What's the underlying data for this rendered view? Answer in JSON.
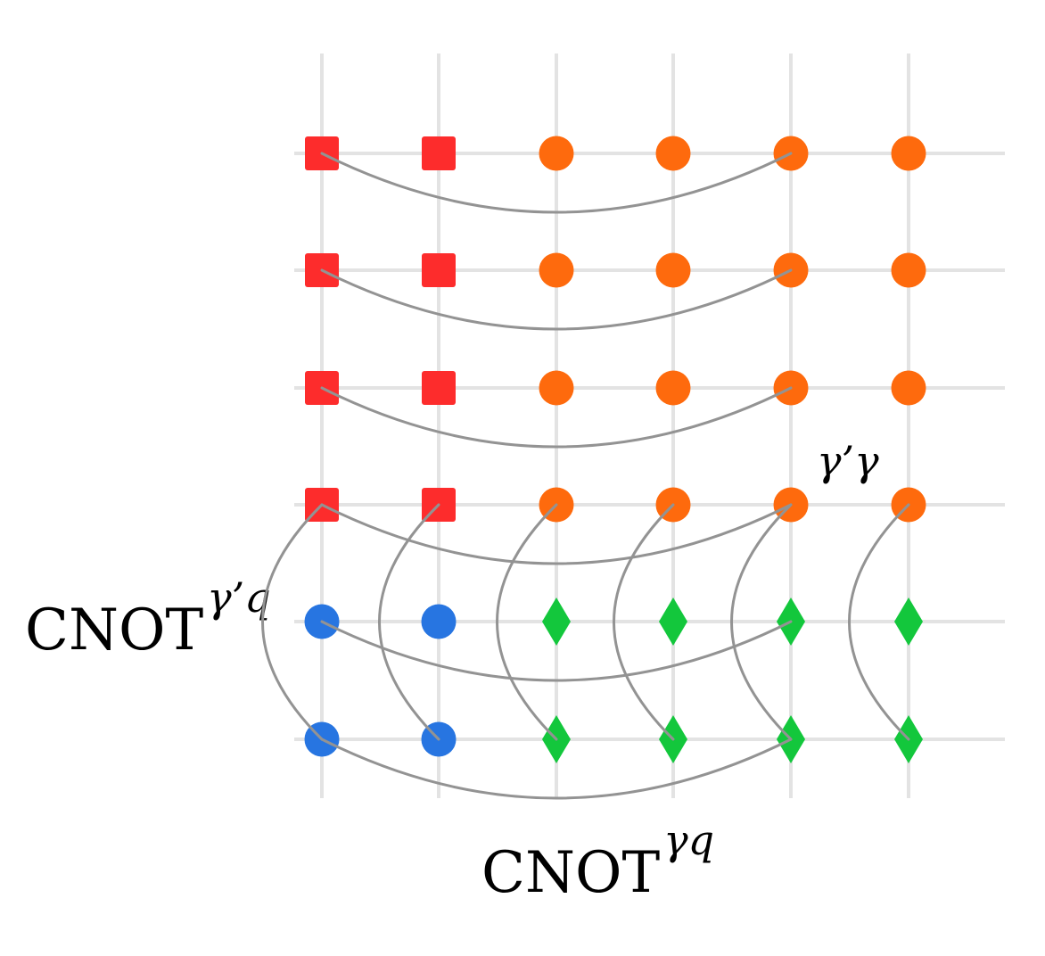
{
  "diagram": {
    "columns": 6,
    "rows": 6,
    "grid_color": "#e3e3e3",
    "edge_color": "#939393",
    "colors": {
      "red_square": "#fd2c2c",
      "orange_circle": "#fe6a0d",
      "blue_circle": "#2775e1",
      "green_diamond": "#13c73c"
    },
    "node_rows": [
      [
        "red_square",
        "red_square",
        "orange_circle",
        "orange_circle",
        "orange_circle",
        "orange_circle"
      ],
      [
        "red_square",
        "red_square",
        "orange_circle",
        "orange_circle",
        "orange_circle",
        "orange_circle"
      ],
      [
        "red_square",
        "red_square",
        "orange_circle",
        "orange_circle",
        "orange_circle",
        "orange_circle"
      ],
      [
        "red_square",
        "red_square",
        "orange_circle",
        "orange_circle",
        "orange_circle",
        "orange_circle"
      ],
      [
        "blue_circle",
        "blue_circle",
        "green_diamond",
        "green_diamond",
        "green_diamond",
        "green_diamond"
      ],
      [
        "blue_circle",
        "blue_circle",
        "green_diamond",
        "green_diamond",
        "green_diamond",
        "green_diamond"
      ]
    ],
    "horizontal_couplings": [
      {
        "row": 0,
        "from_col": 0,
        "to_col": 4
      },
      {
        "row": 1,
        "from_col": 0,
        "to_col": 4
      },
      {
        "row": 2,
        "from_col": 0,
        "to_col": 4
      },
      {
        "row": 3,
        "from_col": 0,
        "to_col": 4
      },
      {
        "row": 4,
        "from_col": 0,
        "to_col": 4
      },
      {
        "row": 5,
        "from_col": 0,
        "to_col": 4
      }
    ],
    "vertical_couplings": [
      {
        "col": 0,
        "from_row": 3,
        "to_row": 5
      },
      {
        "col": 1,
        "from_row": 3,
        "to_row": 5
      },
      {
        "col": 2,
        "from_row": 3,
        "to_row": 5
      },
      {
        "col": 3,
        "from_row": 3,
        "to_row": 5
      },
      {
        "col": 4,
        "from_row": 3,
        "to_row": 5
      },
      {
        "col": 5,
        "from_row": 3,
        "to_row": 5
      }
    ]
  },
  "labels": {
    "gamma_gamma": {
      "base": "γ’γ"
    },
    "cnot_gamma_prime_q": {
      "base": "CNOT",
      "sup": "γ’q"
    },
    "cnot_gamma_q": {
      "base": "CNOT",
      "sup": "γq"
    }
  }
}
